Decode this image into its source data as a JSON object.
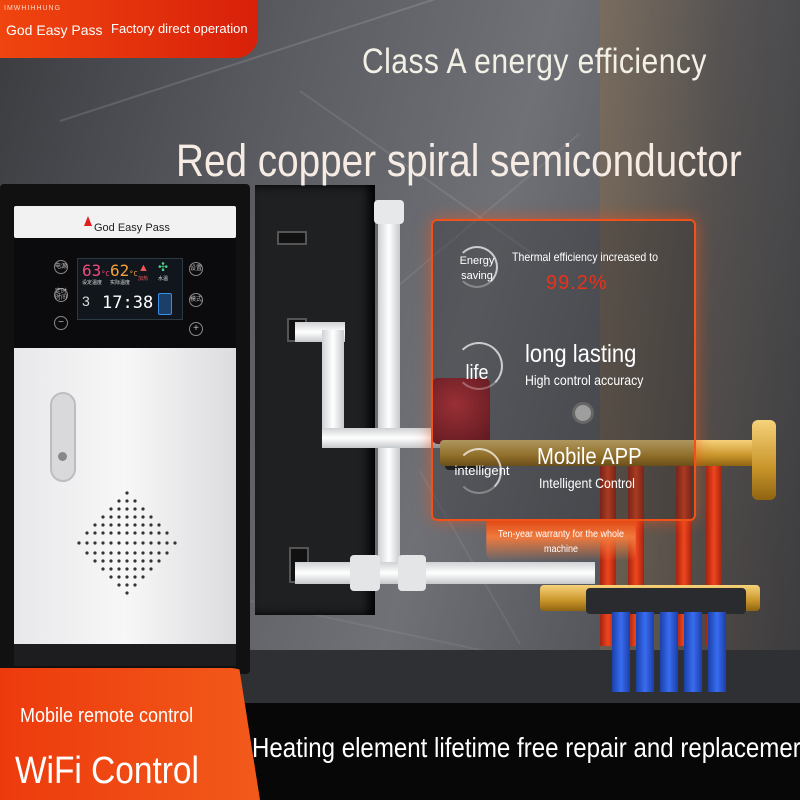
{
  "top_banner": {
    "watermark": "IMWHIHHUNG",
    "brand": "God Easy Pass",
    "tagline": "Factory direct operation"
  },
  "headline_1": "Class A energy efficiency",
  "headline_2": "Red copper spiral semiconductor",
  "heater": {
    "brand": "God Easy Pass",
    "display": {
      "temp_set": "63",
      "temp_actual": "62",
      "temp_unit": "°C",
      "time": "17:38",
      "level": "3",
      "label_set": "设定温度",
      "label_actual": "实际温度",
      "label_heat": "加热",
      "label_water": "水温"
    },
    "buttons_left": [
      "电源",
      "定时\n时间",
      "−"
    ],
    "buttons_right": [
      "设置",
      "模式",
      "+"
    ]
  },
  "features": {
    "energy": {
      "icon_text": "Energy\nsaving",
      "title": "Thermal efficiency increased to",
      "value": "99.2%"
    },
    "life": {
      "icon_text": "life",
      "title": "long lasting",
      "subtitle": "High control accuracy"
    },
    "intelligent": {
      "icon_text": "intelligent",
      "title": "Mobile APP",
      "subtitle": "Intelligent Control"
    },
    "warranty": "Ten-year warranty for the whole machine"
  },
  "bottom": {
    "remote": "Mobile remote control",
    "wifi": "WiFi Control",
    "element": "Heating element lifetime free repair and replacemer"
  },
  "colors": {
    "accent": "#f0521a",
    "value_red": "#e8321a",
    "banner": "#ed3a0d"
  }
}
